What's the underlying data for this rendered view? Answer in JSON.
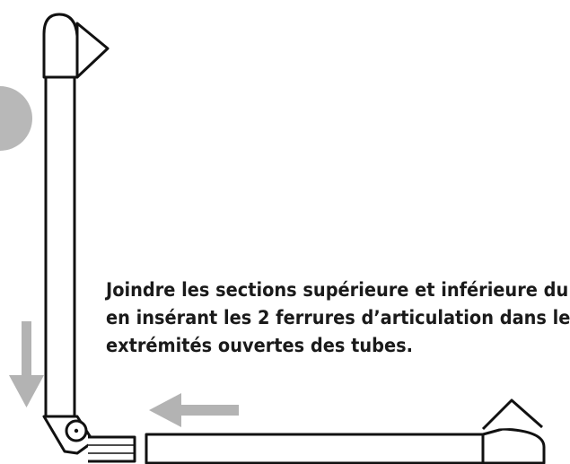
{
  "instruction": {
    "lines": [
      "Joindre les sections supérieure et inférieure du",
      "en insérant les 2 ferrures d’articulation dans le",
      "extrémités ouvertes des tubes."
    ]
  },
  "step_marker": {
    "label": ""
  },
  "colors": {
    "outline": "#111111",
    "arrow": "#b3b3b3",
    "step_marker": "#b8b8b8",
    "text": "#1a1a1a"
  }
}
